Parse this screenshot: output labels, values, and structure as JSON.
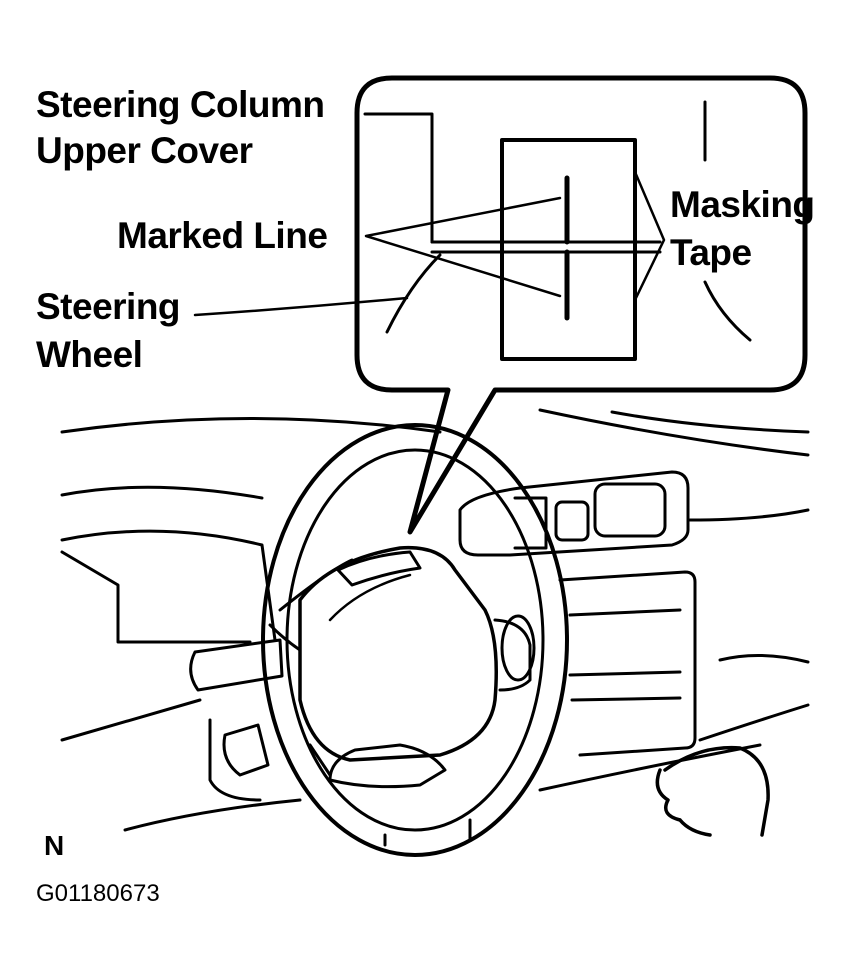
{
  "labels": {
    "steering_column_line1": "Steering Column",
    "steering_column_line2": "Upper Cover",
    "marked_line": "Marked Line",
    "steering_wheel_line1": "Steering",
    "steering_wheel_line2": "Wheel",
    "masking_tape_line1": "Masking",
    "masking_tape_line2": "Tape",
    "view_code": "N",
    "figure_id": "G01180673"
  },
  "colors": {
    "ink": "#000000",
    "paper": "#ffffff"
  }
}
